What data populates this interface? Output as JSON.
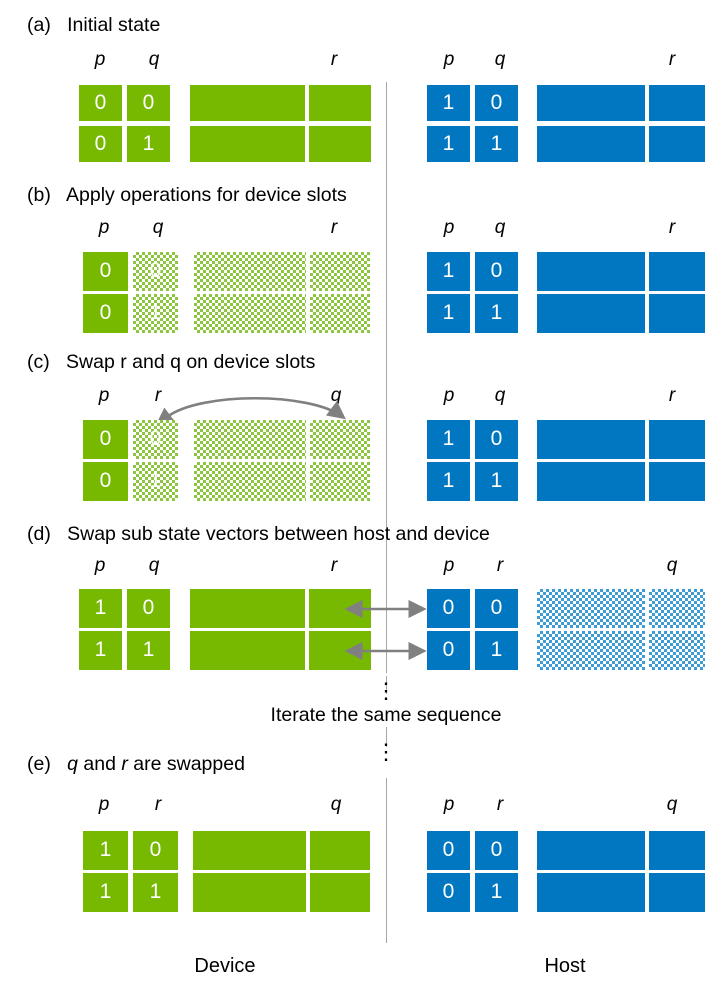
{
  "figure": {
    "title_text": "",
    "colors": {
      "device_green": "#76b900",
      "device_green_hatch": "#8cc63f",
      "host_blue": "#0077c0",
      "host_blue_hatch": "#3d9bd6",
      "divider": "#a6a6a6",
      "arrow": "#808080",
      "cell_text": "#ffffff"
    },
    "ellipsis_glyph": "⋮"
  },
  "sections": [
    {
      "id": "a",
      "caption_prefix": "(a)",
      "caption_text": "Initial state",
      "device": {
        "labels": [
          "p",
          "q",
          "r"
        ],
        "rows": [
          [
            "0",
            "0",
            "",
            ""
          ],
          [
            "0",
            "1",
            "",
            ""
          ]
        ],
        "fills": [
          "solid",
          "solid",
          "solid",
          "solid"
        ]
      },
      "host": {
        "labels": [
          "p",
          "q",
          "r"
        ],
        "rows": [
          [
            "1",
            "0",
            "",
            ""
          ],
          [
            "1",
            "1",
            "",
            ""
          ]
        ],
        "fills": [
          "solid",
          "solid",
          "solid",
          "solid"
        ]
      }
    },
    {
      "id": "b",
      "caption_prefix": "(b)",
      "caption_text": "Apply operations for device slots",
      "device": {
        "labels": [
          "p",
          "q",
          "r"
        ],
        "rows": [
          [
            "0",
            "0",
            "",
            ""
          ],
          [
            "0",
            "1",
            "",
            ""
          ]
        ],
        "fills": [
          "solid",
          "hatch",
          "hatch",
          "hatch"
        ]
      },
      "host": {
        "labels": [
          "p",
          "q",
          "r"
        ],
        "rows": [
          [
            "1",
            "0",
            "",
            ""
          ],
          [
            "1",
            "1",
            "",
            ""
          ]
        ],
        "fills": [
          "solid",
          "solid",
          "solid",
          "solid"
        ]
      }
    },
    {
      "id": "c",
      "caption_prefix": "(c)",
      "caption_text": "Swap r and q on device slots",
      "device": {
        "labels": [
          "p",
          "r",
          "q"
        ],
        "rows": [
          [
            "0",
            "0",
            "",
            ""
          ],
          [
            "0",
            "1",
            "",
            ""
          ]
        ],
        "fills": [
          "solid",
          "hatch",
          "hatch",
          "hatch"
        ]
      },
      "host": {
        "labels": [
          "p",
          "q",
          "r"
        ],
        "rows": [
          [
            "1",
            "0",
            "",
            ""
          ],
          [
            "1",
            "1",
            "",
            ""
          ]
        ],
        "fills": [
          "solid",
          "solid",
          "solid",
          "solid"
        ]
      },
      "swap_arrow": true
    },
    {
      "id": "d",
      "caption_prefix": "(d)",
      "caption_text": "Swap sub state vectors between host and device",
      "device": {
        "labels": [
          "p",
          "q",
          "r"
        ],
        "rows": [
          [
            "1",
            "0",
            "",
            ""
          ],
          [
            "1",
            "1",
            "",
            ""
          ]
        ],
        "fills": [
          "solid",
          "solid",
          "solid",
          "solid"
        ]
      },
      "host": {
        "labels": [
          "p",
          "r",
          "q"
        ],
        "rows": [
          [
            "0",
            "0",
            "",
            ""
          ],
          [
            "0",
            "1",
            "",
            ""
          ]
        ],
        "fills": [
          "solid",
          "solid",
          "hatch",
          "hatch"
        ]
      },
      "exchange_arrows": 2
    },
    {
      "id": "e",
      "caption_prefix": "(e)",
      "caption_italic_1": "q",
      "caption_mid": " and ",
      "caption_italic_2": "r",
      "caption_tail": " are swapped",
      "caption_text": "q and r are swapped",
      "device": {
        "labels": [
          "p",
          "r",
          "q"
        ],
        "rows": [
          [
            "1",
            "0",
            "",
            ""
          ],
          [
            "1",
            "1",
            "",
            ""
          ]
        ],
        "fills": [
          "solid",
          "solid",
          "solid",
          "solid"
        ]
      },
      "host": {
        "labels": [
          "p",
          "r",
          "q"
        ],
        "rows": [
          [
            "0",
            "0",
            "",
            ""
          ],
          [
            "0",
            "1",
            "",
            ""
          ]
        ],
        "fills": [
          "solid",
          "solid",
          "solid",
          "solid"
        ]
      }
    }
  ],
  "middle": {
    "iterate_text": "Iterate the same sequence",
    "dots_above": "⋮",
    "dots_below": "⋮"
  },
  "footer": {
    "device_label": "Device",
    "host_label": "Host"
  }
}
